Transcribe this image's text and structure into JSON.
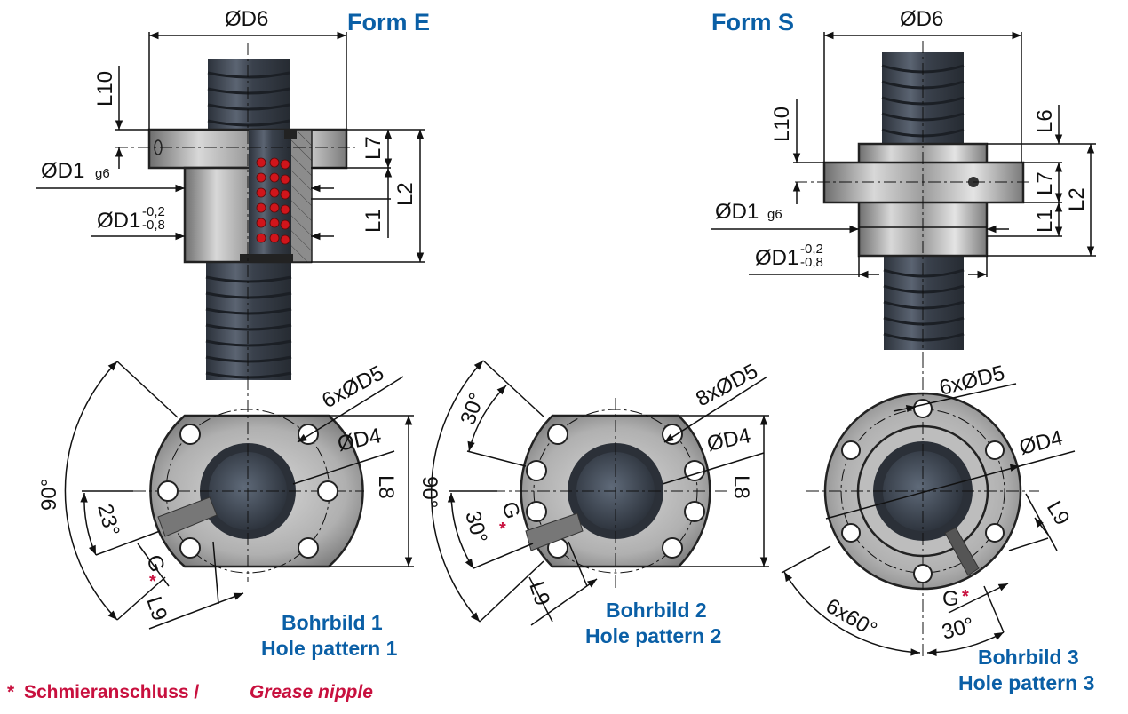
{
  "titles": {
    "form_e": "Form E",
    "form_s": "Form S"
  },
  "form_e": {
    "dim_d6": "ØD6",
    "dim_l10": "L10",
    "dim_l7": "L7",
    "dim_l2": "L2",
    "dim_l1": "L1",
    "dim_d1_g6_main": "ØD1",
    "dim_d1_g6_sub": "g6",
    "dim_d1_tol_main": "ØD1",
    "dim_d1_tol_upper": "-0,2",
    "dim_d1_tol_lower": "-0,8"
  },
  "form_s": {
    "dim_d6": "ØD6",
    "dim_l10": "L10",
    "dim_l6": "L6",
    "dim_l7": "L7",
    "dim_l2": "L2",
    "dim_l1": "L1",
    "dim_d1_g6_main": "ØD1",
    "dim_d1_g6_sub": "g6",
    "dim_d1_tol_main": "ØD1",
    "dim_d1_tol_upper": "-0,2",
    "dim_d1_tol_lower": "-0,8"
  },
  "hole_pattern_1": {
    "caption_de": "Bohrbild 1",
    "caption_en": "Hole pattern 1",
    "holes": "6xØD5",
    "d4": "ØD4",
    "l8": "L8",
    "angle_left": "90°",
    "angle_right": "90°",
    "angle_grease": "23°",
    "g": "G",
    "l9": "L9",
    "star": "*"
  },
  "hole_pattern_2": {
    "caption_de": "Bohrbild 2",
    "caption_en": "Hole pattern 2",
    "holes": "8xØD5",
    "d4": "ØD4",
    "l8": "L8",
    "angle_top": "30°",
    "angle_grease": "30°",
    "g": "G",
    "l9": "L9",
    "star": "*"
  },
  "hole_pattern_3": {
    "caption_de": "Bohrbild 3",
    "caption_en": "Hole pattern 3",
    "holes": "6xØD5",
    "d4": "ØD4",
    "angle_spacing": "6x60°",
    "angle_grease": "30°",
    "g": "G",
    "l9": "L9",
    "star": "*"
  },
  "footnote": {
    "star": "*",
    "text_de": "Schmieranschluss /",
    "text_en": "Grease nipple"
  },
  "colors": {
    "title_blue": "#0a5fa6",
    "footnote_red": "#c8103e",
    "ball_red": "#d0151b",
    "screw_dark": "#3a414c",
    "steel_gray": "#9a9a9a"
  }
}
